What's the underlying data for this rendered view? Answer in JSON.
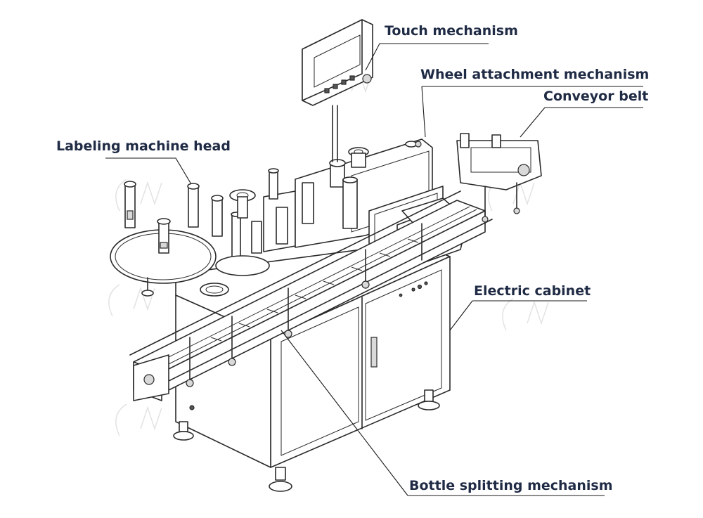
{
  "labels": {
    "touch": "Touch mechanism",
    "wheel": "Wheel attachment mechanism",
    "conveyor": "Conveyor belt",
    "head": "Labeling machine head",
    "cabinet": "Electric cabinet",
    "splitting": "Bottle splitting mechanism"
  },
  "colors": {
    "label_text": "#1f2a44",
    "line": "#2a2a2a",
    "background": "#ffffff"
  }
}
